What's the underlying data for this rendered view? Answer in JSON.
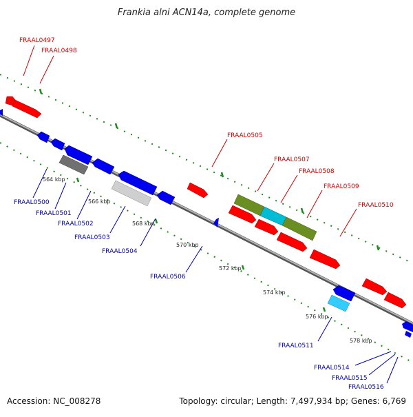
{
  "title": "Frankia alni ACN14a, complete genome",
  "footer": {
    "accession": "Accession: NC_008278",
    "summary": "Topology: circular; Length: 7,497,934 bp; Genes: 6,769"
  },
  "colors": {
    "forward_cds": "#ff0000",
    "reverse_cds": "#0000ee",
    "gray_feature": "#777777",
    "light_gray_feature": "#cccccc",
    "olive_feature": "#6b8e23",
    "cyan_feature": "#00bcd4",
    "light_blue_feature": "#33ccff",
    "backbone": "#888888",
    "tick_dots": "#1a8a1a",
    "label_top": "#cc0000",
    "label_bottom": "#0000b0"
  },
  "ticks": [
    "564 kbp",
    "566 kbp",
    "568 kbp",
    "570 kbp",
    "572 kbp",
    "574 kbp",
    "576 kbp",
    "578 kbp"
  ],
  "labels_top": [
    "FRAAL0497",
    "FRAAL0498",
    "FRAAL0505",
    "FRAAL0507",
    "FRAAL0508",
    "FRAAL0509",
    "FRAAL0510"
  ],
  "labels_bottom": [
    "FRAAL0500",
    "FRAAL0501",
    "FRAAL0502",
    "FRAAL0503",
    "FRAAL0504",
    "FRAAL0506",
    "FRAAL0511",
    "FRAAL0514",
    "FRAAL0515",
    "FRAAL0516"
  ]
}
